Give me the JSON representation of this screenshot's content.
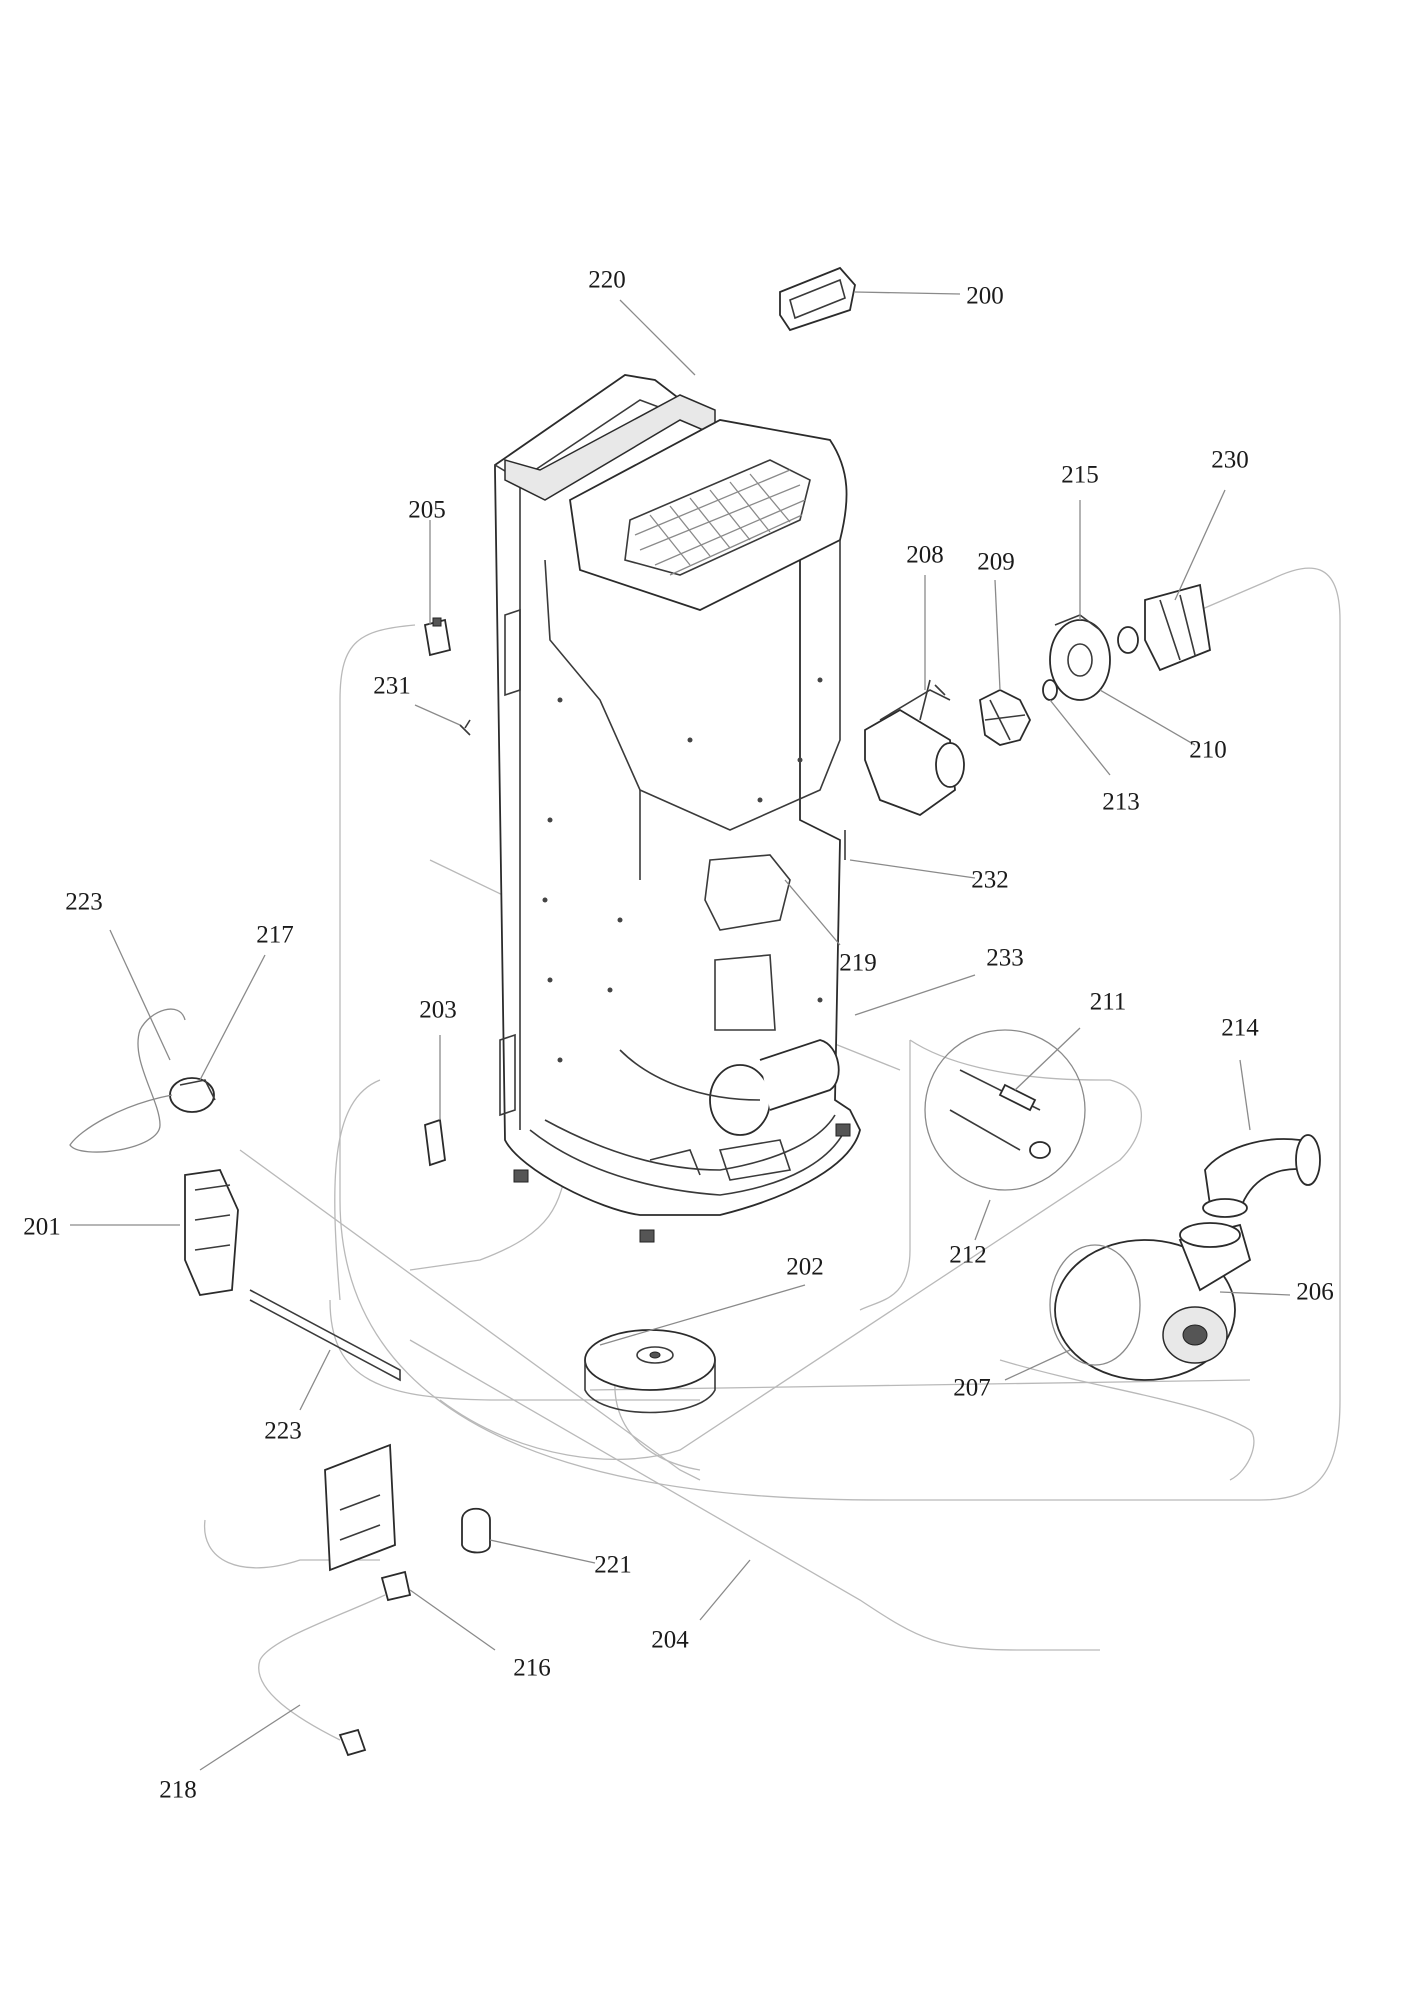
{
  "labels": [
    {
      "id": "200",
      "text": "200"
    },
    {
      "id": "220",
      "text": "220"
    },
    {
      "id": "205",
      "text": "205"
    },
    {
      "id": "215",
      "text": "215"
    },
    {
      "id": "230",
      "text": "230"
    },
    {
      "id": "208",
      "text": "208"
    },
    {
      "id": "209",
      "text": "209"
    },
    {
      "id": "231",
      "text": "231"
    },
    {
      "id": "210",
      "text": "210"
    },
    {
      "id": "213",
      "text": "213"
    },
    {
      "id": "232",
      "text": "232"
    },
    {
      "id": "223a",
      "text": "223"
    },
    {
      "id": "217",
      "text": "217"
    },
    {
      "id": "219",
      "text": "219"
    },
    {
      "id": "233",
      "text": "233"
    },
    {
      "id": "203",
      "text": "203"
    },
    {
      "id": "211",
      "text": "211"
    },
    {
      "id": "214",
      "text": "214"
    },
    {
      "id": "201",
      "text": "201"
    },
    {
      "id": "212",
      "text": "212"
    },
    {
      "id": "202",
      "text": "202"
    },
    {
      "id": "206",
      "text": "206"
    },
    {
      "id": "207",
      "text": "207"
    },
    {
      "id": "223b",
      "text": "223"
    },
    {
      "id": "221",
      "text": "221"
    },
    {
      "id": "216",
      "text": "216"
    },
    {
      "id": "204",
      "text": "204"
    },
    {
      "id": "218",
      "text": "218"
    }
  ],
  "icons": {
    "main_body": "boiler-cabinet-icon",
    "control_panel": "control-panel-icon",
    "fan": "blower-fan-icon",
    "elbow": "flue-elbow-icon",
    "pump": "circulator-pump-icon"
  }
}
